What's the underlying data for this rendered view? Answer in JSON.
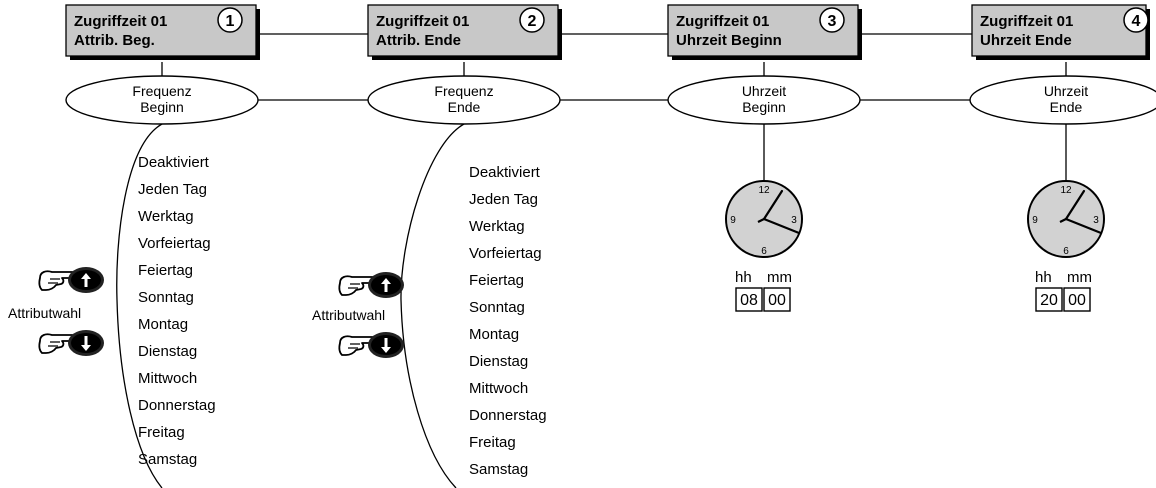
{
  "menu_boxes": [
    {
      "line1": "Zugriffzeit 01",
      "line2": "Attrib. Beg.",
      "number": "1"
    },
    {
      "line1": "Zugriffzeit 01",
      "line2": "Attrib. Ende",
      "number": "2"
    },
    {
      "line1": "Zugriffzeit 01",
      "line2": "Uhrzeit Beginn",
      "number": "3"
    },
    {
      "line1": "Zugriffzeit 01",
      "line2": "Uhrzeit Ende",
      "number": "4"
    }
  ],
  "ovals": [
    {
      "line1": "Frequenz",
      "line2": "Beginn"
    },
    {
      "line1": "Frequenz",
      "line2": "Ende"
    },
    {
      "line1": "Uhrzeit",
      "line2": "Beginn"
    },
    {
      "line1": "Uhrzeit",
      "line2": "Ende"
    }
  ],
  "attribute_list": [
    "Deaktiviert",
    "Jeden Tag",
    "Werktag",
    "Vorfeiertag",
    "Feiertag",
    "Sonntag",
    "Montag",
    "Dienstag",
    "Mittwoch",
    "Donnerstag",
    "Freitag",
    "Samstag"
  ],
  "side_label": "Attributwahl",
  "clock_numbers": {
    "n12": "12",
    "n3": "3",
    "n6": "6",
    "n9": "9"
  },
  "time_labels": {
    "hh": "hh",
    "mm": "mm"
  },
  "times": [
    {
      "hh": "08",
      "mm": "00"
    },
    {
      "hh": "20",
      "mm": "00"
    }
  ],
  "icons": {
    "up": "hand-up-button-icon",
    "down": "hand-down-button-icon",
    "clock": "clock-icon"
  }
}
